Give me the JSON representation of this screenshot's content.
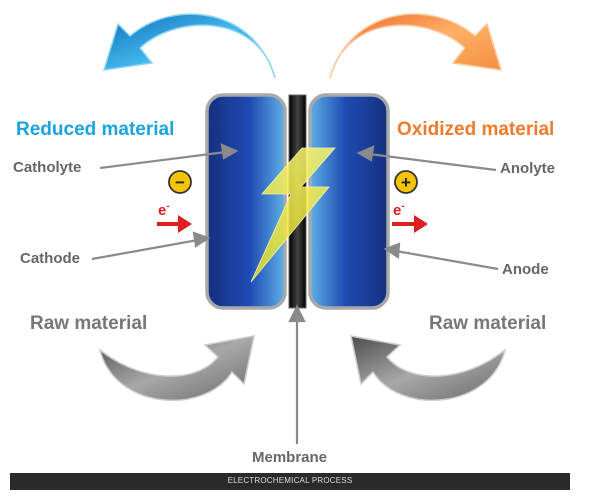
{
  "labels": {
    "reduced_material": "Reduced material",
    "oxidized_material": "Oxidized material",
    "catholyte": "Catholyte",
    "anolyte": "Anolyte",
    "cathode": "Cathode",
    "anode": "Anode",
    "raw_material_left": "Raw material",
    "raw_material_right": "Raw material",
    "membrane": "Membrane",
    "electron_left": "e",
    "electron_right": "e",
    "electron_sup": "-",
    "minus_sign": "−",
    "plus_sign": "+"
  },
  "caption": "ELECTROCHEMICAL PROCESS",
  "colors": {
    "blue_accent": "#1ba3dd",
    "orange_accent": "#ef7a2b",
    "cell_blue": "#1a3d9e",
    "electron_red": "#dd1f1f",
    "sign_yellow": "#f5c400",
    "bolt_yellow": "#f2ea2c",
    "gray_arrow": "#777777"
  },
  "icons": [
    "lightning-bolt-icon",
    "minus-sign-icon",
    "plus-sign-icon",
    "electron-arrow-icon"
  ]
}
